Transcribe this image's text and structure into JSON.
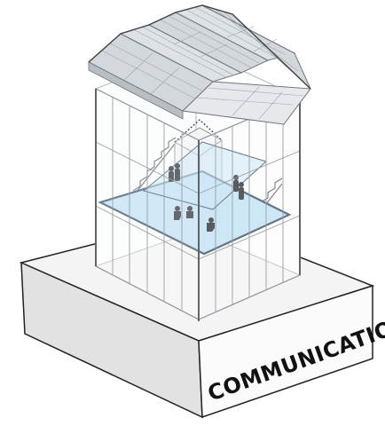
{
  "label": "COMMUNICATION",
  "colors": {
    "floor": "#bfe0f4",
    "floor_edge": "#3a4f63",
    "glass": "#ffffff",
    "frame": "#8d9298",
    "panel": "#d7dadd",
    "panel_line": "#9ea4aa",
    "base_top": "#f4f4f4",
    "base_left": "#e3e3e3",
    "base_right": "#fbfbfb",
    "figures": "#2a2f35"
  },
  "icons": [
    "solar-panel-roof",
    "person-figure",
    "staircase",
    "pavilion-frame"
  ]
}
